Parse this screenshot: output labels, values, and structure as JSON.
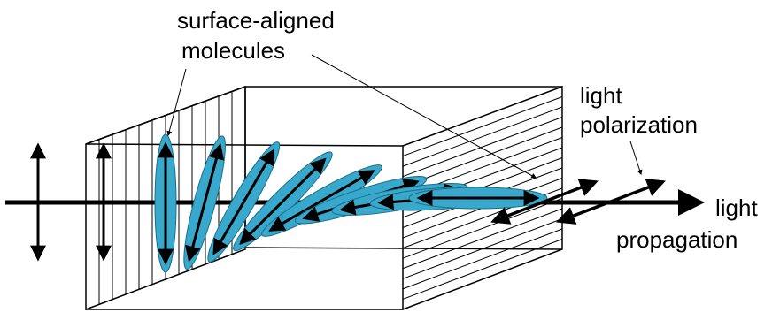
{
  "labels": {
    "molecules_line1": "surface-aligned",
    "molecules_line2": "molecules",
    "polarization_line1": "light",
    "polarization_line2": "polarization",
    "propagation_line1": "light",
    "propagation_line2": "propagation"
  },
  "colors": {
    "molecule_fill": "#38a9cc",
    "stroke": "#000000",
    "background": "#ffffff"
  },
  "molecule_twist_degrees": [
    0,
    15,
    30,
    45,
    60,
    72,
    80,
    86,
    90
  ]
}
